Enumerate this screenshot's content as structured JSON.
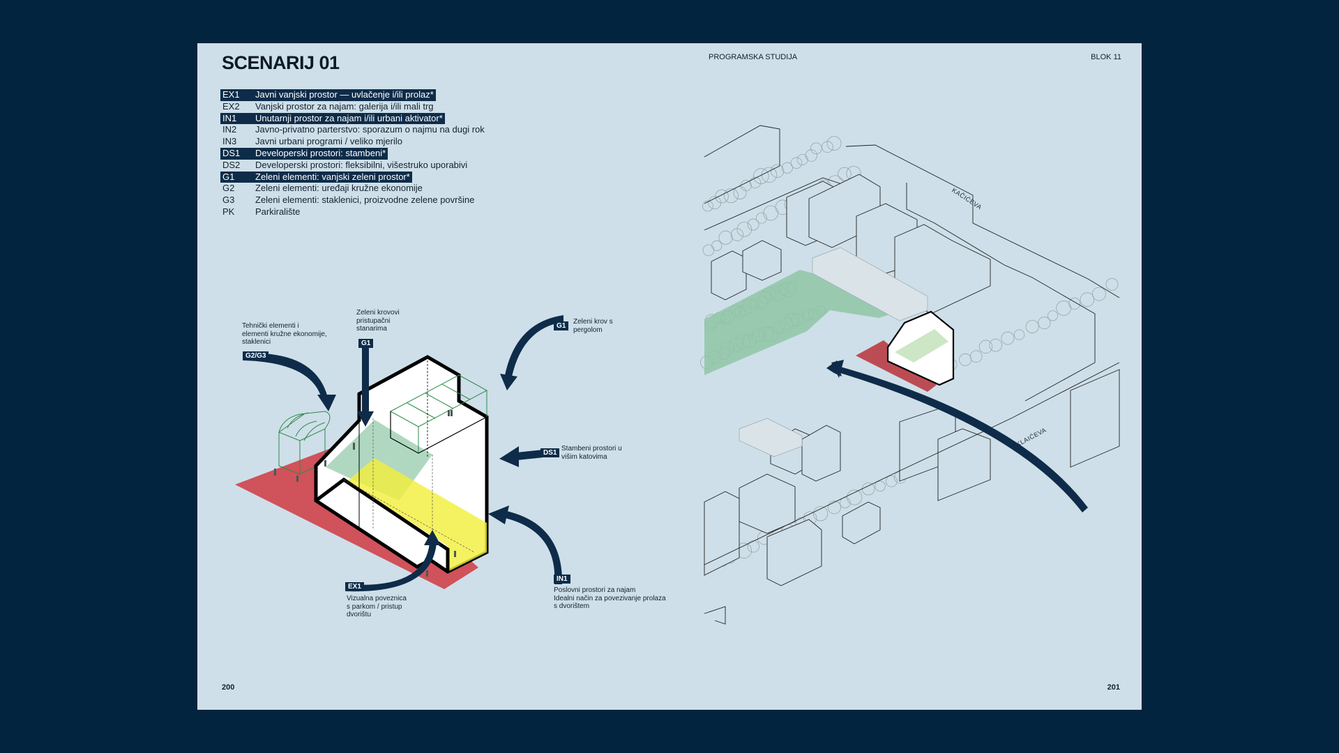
{
  "left_page": {
    "title": "SCENARIJ 01",
    "page_number": "200",
    "legend": [
      {
        "code": "EX1",
        "label": "Javni vanjski prostor — uvlačenje i/ili prolaz*",
        "highlighted": true
      },
      {
        "code": "EX2",
        "label": "Vanjski prostor za najam: galerija i/ili mali trg",
        "highlighted": false
      },
      {
        "code": "IN1",
        "label": "Unutarnji prostor za najam i/ili urbani aktivator*",
        "highlighted": true
      },
      {
        "code": "IN2",
        "label": "Javno-privatno parterstvo: sporazum o najmu na dugi rok",
        "highlighted": false
      },
      {
        "code": "IN3",
        "label": "Javni urbani programi / veliko mjerilo",
        "highlighted": false
      },
      {
        "code": "DS1",
        "label": "Developerski prostori: stambeni*",
        "highlighted": true
      },
      {
        "code": "DS2",
        "label": "Developerski prostori: fleksibilni, višestruko uporabivi",
        "highlighted": false
      },
      {
        "code": "G1",
        "label": "Zeleni elementi: vanjski zeleni prostor*",
        "highlighted": true
      },
      {
        "code": "G2",
        "label": "Zeleni elementi: uređaji kružne ekonomije",
        "highlighted": false
      },
      {
        "code": "G3",
        "label": "Zeleni elementi: staklenici, proizvodne zelene površine",
        "highlighted": false
      },
      {
        "code": "PK",
        "label": "Parkiralište",
        "highlighted": false
      }
    ],
    "annotations": {
      "g2g3": {
        "tag": "G2/G3",
        "text": "Tehnički elementi i\nelementi kružne ekonomije,\nstaklenici"
      },
      "g1_roofs": {
        "tag": "G1",
        "text": "Zeleni krovovi\npristupačni\nstanarima"
      },
      "g1_pergola": {
        "tag": "G1",
        "text": "Zeleni krov s\npergolom"
      },
      "ds1": {
        "tag": "DS1",
        "text": "Stambeni prostori u\nvišim katovima"
      },
      "in1": {
        "tag": "IN1",
        "text": "Poslovni prostori za najam\nIdealni način za povezivanje prolaza\ns dvorištem"
      },
      "ex1": {
        "tag": "EX1",
        "text": "Vizualna poveznica\ns parkom / pristup\ndvorištu"
      }
    }
  },
  "right_page": {
    "header_left": "PROGRAMSKA STUDIJA",
    "header_right": "BLOK 11",
    "page_number": "201",
    "streets": {
      "north": "KAČIĆEVA",
      "south": "KLAIĆEVA"
    }
  },
  "colors": {
    "background": "#03243f",
    "page": "#cedfe9",
    "accent_navy": "#0e2c49",
    "red": "#d0525a",
    "green": "#8fc7a6",
    "yellow": "#f2ef3a"
  }
}
